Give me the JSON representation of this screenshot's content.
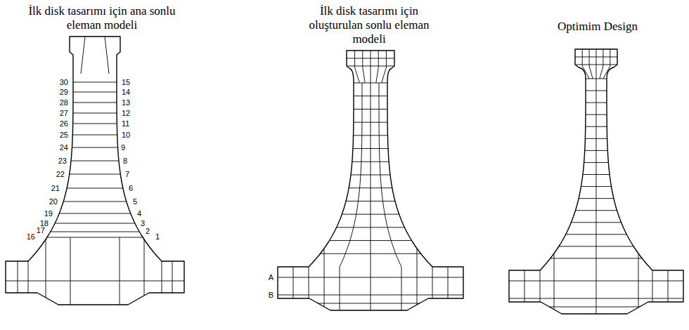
{
  "diagram": {
    "labels": [
      "İlk disk tasarımı için ana sonlu eleman modeli",
      "İlk disk tasarımı için oluşturulan sonlu eleman modeli",
      "Optimim Design",
      "30",
      "29",
      "28",
      "27",
      "26",
      "25",
      "24",
      "23",
      "22",
      "21",
      "20",
      "19",
      "18",
      "17",
      "16",
      "15",
      "14",
      "13",
      "12",
      "11",
      "10",
      "9",
      "8",
      "7",
      "6",
      "5",
      "4",
      "3",
      "2",
      "1",
      "A",
      "B"
    ]
  }
}
